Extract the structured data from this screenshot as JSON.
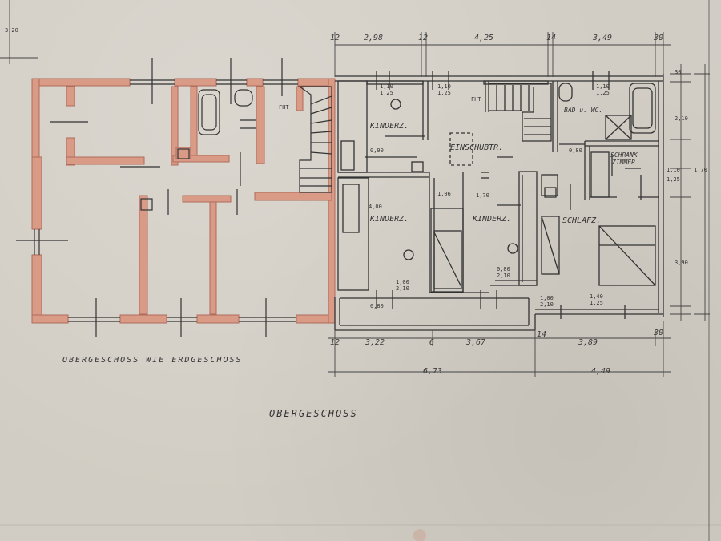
{
  "floor_title": "OBERGESCHOSS",
  "left_caption": "OBERGESCHOSS WIE ERDGESCHOSS",
  "rooms": {
    "kinderz_top": "KINDERZ.",
    "einschubtr": "EINSCHUBTR.",
    "bad_wc": "BAD u. WC.",
    "schrank": "SCHRANK",
    "zimmer": "ZIMMER",
    "kinderz_left": "KINDERZ.",
    "kinderz_mid": "KINDERZ.",
    "schlafz": "SCHLAFZ."
  },
  "labels": {
    "fht_left": "FHT",
    "fht_right": "FHT",
    "left_margin": "3,20"
  },
  "dims_top": [
    "12",
    "2,98",
    "12",
    "4,25",
    "14",
    "3,49",
    "30"
  ],
  "dims_bottom": [
    "12",
    "3,22",
    "6",
    "3,67",
    "14",
    "3,89",
    "30"
  ],
  "dims_total": [
    "6,73",
    "4,49"
  ],
  "dims_right": [
    "30",
    "2,10",
    "1,70",
    "1,10",
    "1,25",
    "3,90"
  ],
  "openings": {
    "w1": "1,10",
    "w1b": "1,25",
    "w2": "1,10",
    "w2b": "1,25",
    "w3": "1,10",
    "w3b": "1,25",
    "d1": "0,90",
    "d2": "1,06",
    "d3": "0,80",
    "d4": "4,00",
    "d5": "1,00",
    "d6": "2,10",
    "d7": "1,70",
    "d8": "0,80",
    "d9": "2,10",
    "d10": "1,00",
    "d11": "2,10",
    "d12": "1,40",
    "d13": "1,25",
    "d14": "0,80"
  },
  "colors": {
    "paper": "#d2cdc4",
    "ink": "#333333",
    "wall_fill": "#d99a86",
    "wall_stroke": "#b06c5a"
  }
}
